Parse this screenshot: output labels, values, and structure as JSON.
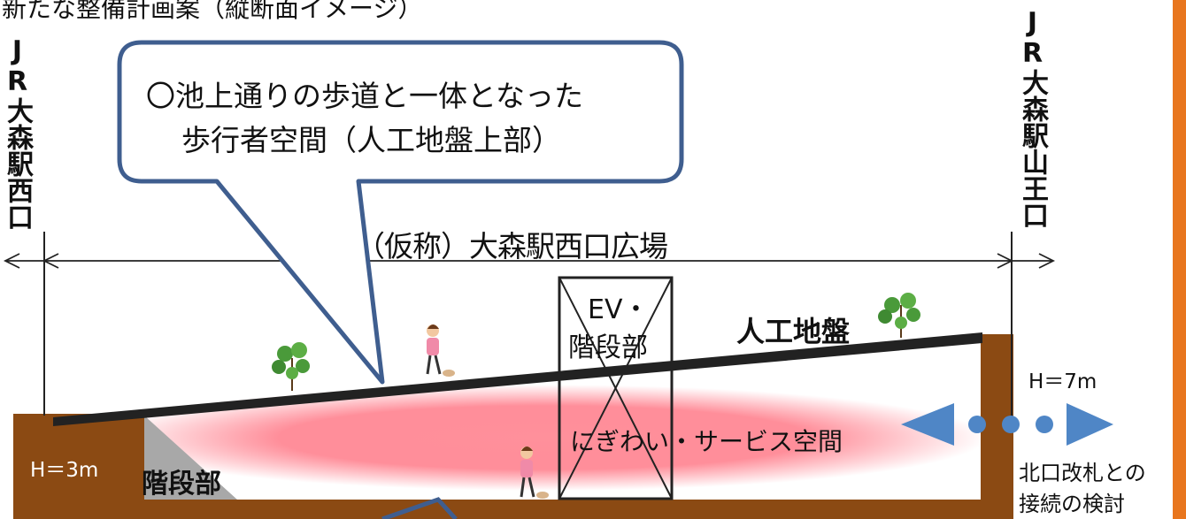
{
  "header": {
    "title": "新たな整備計画案（縦断面イメージ）"
  },
  "labels": {
    "west_exit": "JR大森駅西口",
    "sanno_exit": "JR大森駅山王口",
    "plaza_name": "（仮称）大森駅西口広場",
    "callout_text_line1": "〇池上通りの歩道と一体となった",
    "callout_text_line2": "歩行者空間（人工地盤上部）",
    "ev_line1": "EV・",
    "ev_line2": "階段部",
    "deck_label": "人工地盤",
    "height_left": "H＝3m",
    "height_right": "H＝7m",
    "stairs_label": "階段部",
    "lively_space": "にぎわい・サービス空間",
    "north_gate_line1": "北口改札との",
    "north_gate_line2": "接続の検討"
  },
  "colors": {
    "ground_brown": "#8b4a13",
    "deck_dark": "#222222",
    "callout_border": "#3f5e8f",
    "lively_glow": "#ff6b7a",
    "arrow_blue": "#4f86c6",
    "orange_edge": "#e8761e"
  }
}
